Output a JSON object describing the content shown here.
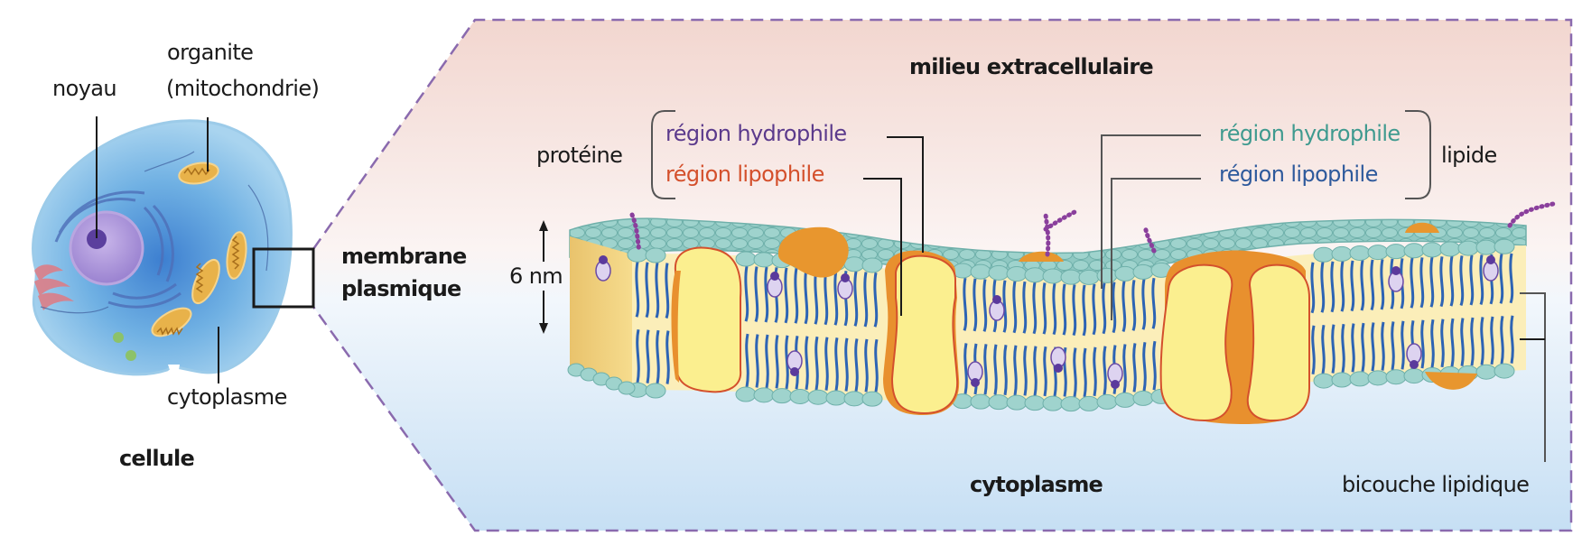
{
  "figure": {
    "cell_panel": {
      "title": "cellule",
      "labels": {
        "nucleus": "noyau",
        "organelle_line1": "organite",
        "organelle_line2": "(mitochondrie)",
        "cytoplasm": "cytoplasme",
        "membrane_line1": "membrane",
        "membrane_line2": "plasmique"
      }
    },
    "membrane_panel": {
      "extracellular": "milieu extracellulaire",
      "intracellular": "cytoplasme",
      "thickness": "6 nm",
      "protein": {
        "label": "protéine",
        "hydrophilic": "région hydrophile",
        "lipophilic": "région lipophile"
      },
      "lipid": {
        "label": "lipide",
        "hydrophilic": "région hydrophile",
        "lipophilic": "région lipophile"
      },
      "bilayer": "bicouche lipidique"
    },
    "colors": {
      "protein_hydrophilic": "#5b3a8c",
      "protein_lipophilic": "#d4502c",
      "lipid_hydrophilic": "#3f9a8f",
      "lipid_lipophilic": "#2e5a9c",
      "zoom_outline": "#8a6aae",
      "extracellular_bg": "#f3d8d2",
      "cytoplasm_bg": "#c6dff4"
    }
  }
}
